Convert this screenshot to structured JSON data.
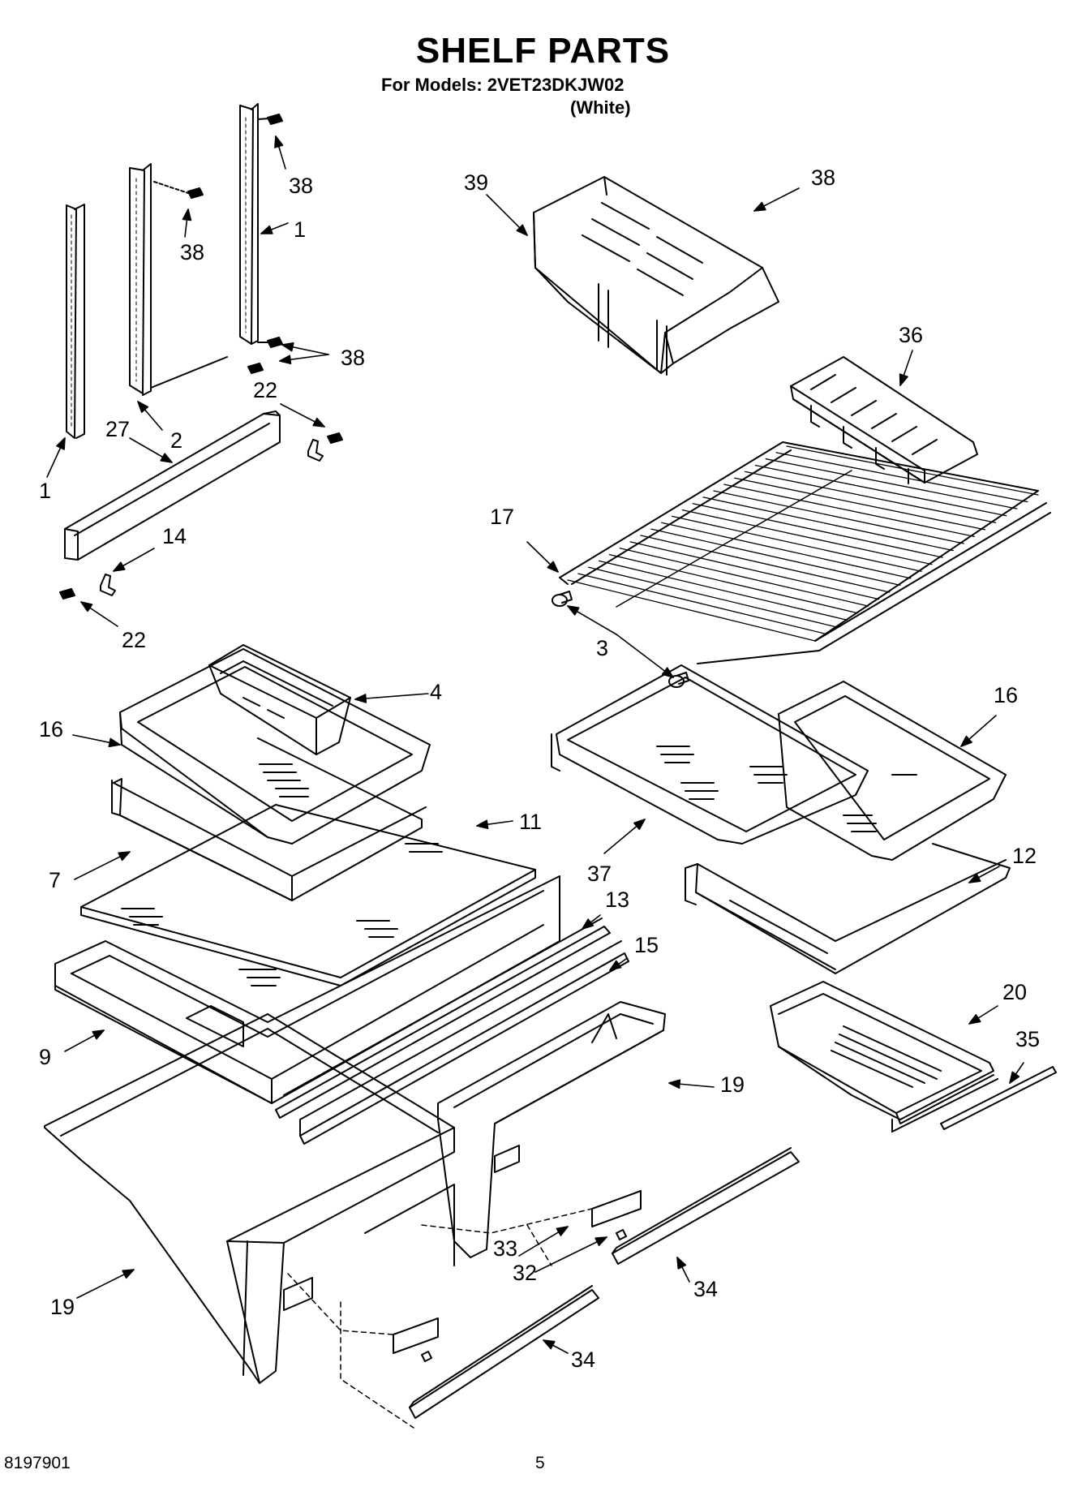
{
  "header": {
    "title": "SHELF PARTS",
    "models_line": "For Models: 2VET23DKJW02",
    "color": "(White)"
  },
  "footer": {
    "document_number": "8197901",
    "page_number": "5"
  },
  "callouts": [
    "38",
    "38",
    "1",
    "38",
    "39",
    "38",
    "22",
    "2",
    "27",
    "1",
    "14",
    "22",
    "36",
    "17",
    "3",
    "4",
    "16",
    "16",
    "11",
    "7",
    "37",
    "12",
    "13",
    "15",
    "20",
    "35",
    "9",
    "19",
    "19",
    "33",
    "32",
    "34",
    "34"
  ]
}
